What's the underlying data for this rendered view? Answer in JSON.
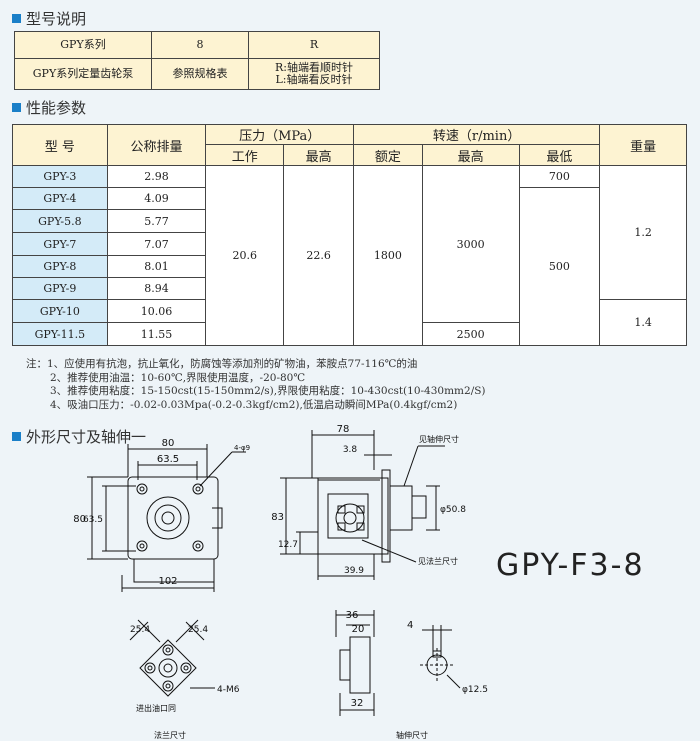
{
  "sections": {
    "model_desc": "型号说明",
    "performance": "性能参数",
    "dimensions": "外形尺寸及轴伸一"
  },
  "model_table": {
    "row1": [
      "GPY系列",
      "8",
      "R"
    ],
    "row2_c1": "GPY系列定量齿轮泵",
    "row2_c2": "参照规格表",
    "row2_c3a": "R:轴端看顺时针",
    "row2_c3b": "L:轴端看反时针"
  },
  "perf_table": {
    "h_model": "型 号",
    "h_disp": "公称排量",
    "h_pressure": "压力（MPa）",
    "h_work": "工作",
    "h_max": "最高",
    "h_speed": "转速（r/min）",
    "h_rated": "额定",
    "h_smax": "最高",
    "h_smin": "最低",
    "h_weight": "重量",
    "rows": [
      {
        "model": "GPY-3",
        "disp": "2.98"
      },
      {
        "model": "GPY-4",
        "disp": "4.09"
      },
      {
        "model": "GPY-5.8",
        "disp": "5.77"
      },
      {
        "model": "GPY-7",
        "disp": "7.07"
      },
      {
        "model": "GPY-8",
        "disp": "8.01"
      },
      {
        "model": "GPY-9",
        "disp": "8.94"
      },
      {
        "model": "GPY-10",
        "disp": "10.06"
      },
      {
        "model": "GPY-11.5",
        "disp": "11.55"
      }
    ],
    "work_p": "20.6",
    "max_p": "22.6",
    "rated_s": "1800",
    "max_s_a": "3000",
    "max_s_b": "2500",
    "min_s_a": "700",
    "min_s_b": "500",
    "weight_a": "1.2",
    "weight_b": "1.4"
  },
  "notes": [
    "注：1、应使用有抗泡，抗止氧化，防腐蚀等添加剂的矿物油，苯胺点77-116℃的油",
    "2、推荐使用油温：10-60℃,界限使用温度，-20-80℃",
    "3、推荐使用粘度：15-150cst(15-150mm2/s),界限使用粘度：10-430cst(10-430mm2/S)",
    "4、吸油口压力：-0.02-0.03Mpa(-0.2-0.3kgf/cm2),低温启动瞬间MPa(0.4kgf/cm2)"
  ],
  "model_code": "GPY-F3-8",
  "drawing": {
    "front": {
      "w80": "80",
      "w635": "63.5",
      "h80": "80",
      "h635": "63.5",
      "w102": "102",
      "tag": "4-φ9"
    },
    "side": {
      "w78": "78",
      "d38": "3.8",
      "h83": "83",
      "h127": "12.7",
      "w399": "39.9",
      "d508": "φ50.8",
      "shaft_label": "见轴伸尺寸",
      "flange_label": "见法兰尺寸"
    },
    "flange": {
      "d254a": "25.4",
      "d254b": "25.4",
      "holes": "4-M6",
      "port_label": "进出油口同",
      "title": "法兰尺寸"
    },
    "port": {
      "w36": "36",
      "w20": "20",
      "w32": "32"
    },
    "shaft": {
      "w4": "4",
      "d125": "φ12.5",
      "title": "轴伸尺寸"
    }
  }
}
